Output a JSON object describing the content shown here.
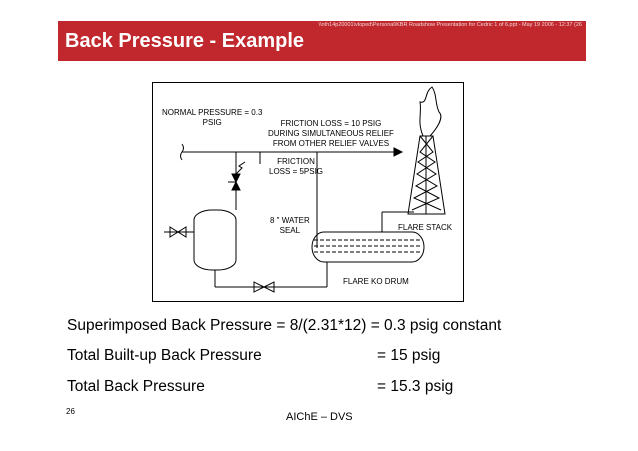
{
  "header": {
    "file_path": "\\\\nth14p20001\\vloped\\Personal\\KBR Roadshow Presentation for Cedric 1 of 6.ppt - May 19 2006 - 12:37 (26",
    "title": "Back Pressure - Example"
  },
  "diagram": {
    "labels": {
      "normal_pressure": "NORMAL PRESSURE = 0.3\nPSIG",
      "friction_loss_10": "FRICTION LOSS = 10 PSIG\nDURING SIMULTANEOUS RELIEF\nFROM OTHER RELIEF VALVES",
      "friction_loss_5": "FRICTION\nLOSS = 5PSIG",
      "water_seal": "8 \" WATER\nSEAL",
      "flare_stack": "FLARE STACK",
      "flare_ko_drum": "FLARE KO DRUM"
    }
  },
  "equations": [
    {
      "label": "Superimposed Back Pressure = 8/(2.31*12) = 0.3 psig constant",
      "value": ""
    },
    {
      "label": "Total Built-up Back Pressure",
      "value": "= 15 psig"
    },
    {
      "label": "Total Back Pressure",
      "value": "= 15.3 psig"
    }
  ],
  "footer": {
    "page_number": "26",
    "org": "AIChE – DVS"
  },
  "colors": {
    "header_bg": "#c0282d",
    "header_text": "#ffffff"
  }
}
